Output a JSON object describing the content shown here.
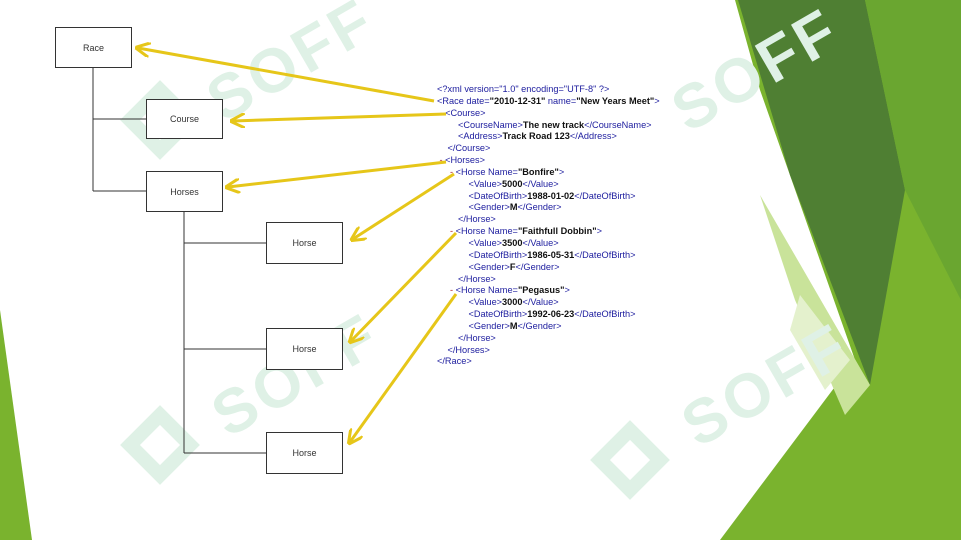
{
  "tree": {
    "root": {
      "label": "Race"
    },
    "children": [
      {
        "label": "Course"
      },
      {
        "label": "Horses",
        "children": [
          {
            "label": "Horse"
          },
          {
            "label": "Horse"
          },
          {
            "label": "Horse"
          }
        ]
      }
    ]
  },
  "xml_lines": [
    {
      "indent": 0,
      "dash": false,
      "parts": [
        {
          "t": "<?xml version=\"1.0\" encoding=\"UTF-8\" ?>",
          "b": false
        }
      ]
    },
    {
      "indent": 0,
      "dash": false,
      "parts": [
        {
          "t": "<Race date=",
          "b": false
        },
        {
          "t": "\"2010-12-31\"",
          "b": true
        },
        {
          "t": " name=",
          "b": false
        },
        {
          "t": "\"New Years Meet\"",
          "b": true
        },
        {
          "t": ">",
          "b": false
        }
      ]
    },
    {
      "indent": 1,
      "dash": true,
      "parts": [
        {
          "t": "<Course>",
          "b": false
        }
      ]
    },
    {
      "indent": 2,
      "dash": false,
      "parts": [
        {
          "t": "<CourseName>",
          "b": false
        },
        {
          "t": "The new track",
          "b": true
        },
        {
          "t": "</CourseName>",
          "b": false
        }
      ]
    },
    {
      "indent": 2,
      "dash": false,
      "parts": [
        {
          "t": "<Address>",
          "b": false
        },
        {
          "t": "Track Road 123",
          "b": true
        },
        {
          "t": "</Address>",
          "b": false
        }
      ]
    },
    {
      "indent": 1,
      "dash": false,
      "parts": [
        {
          "t": "</Course>",
          "b": false
        }
      ]
    },
    {
      "indent": 1,
      "dash": true,
      "parts": [
        {
          "t": "<Horses>",
          "b": false
        }
      ]
    },
    {
      "indent": 2,
      "dash": true,
      "parts": [
        {
          "t": "<Horse Name=",
          "b": false
        },
        {
          "t": "\"Bonfire\"",
          "b": true
        },
        {
          "t": ">",
          "b": false
        }
      ]
    },
    {
      "indent": 3,
      "dash": false,
      "parts": [
        {
          "t": "<Value>",
          "b": false
        },
        {
          "t": "5000",
          "b": true
        },
        {
          "t": "</Value>",
          "b": false
        }
      ]
    },
    {
      "indent": 3,
      "dash": false,
      "parts": [
        {
          "t": "<DateOfBirth>",
          "b": false
        },
        {
          "t": "1988-01-02",
          "b": true
        },
        {
          "t": "</DateOfBirth>",
          "b": false
        }
      ]
    },
    {
      "indent": 3,
      "dash": false,
      "parts": [
        {
          "t": "<Gender>",
          "b": false
        },
        {
          "t": "M",
          "b": true
        },
        {
          "t": "</Gender>",
          "b": false
        }
      ]
    },
    {
      "indent": 2,
      "dash": false,
      "parts": [
        {
          "t": "</Horse>",
          "b": false
        }
      ]
    },
    {
      "indent": 2,
      "dash": true,
      "parts": [
        {
          "t": "<Horse Name=",
          "b": false
        },
        {
          "t": "\"Faithfull Dobbin\"",
          "b": true
        },
        {
          "t": ">",
          "b": false
        }
      ]
    },
    {
      "indent": 3,
      "dash": false,
      "parts": [
        {
          "t": "<Value>",
          "b": false
        },
        {
          "t": "3500",
          "b": true
        },
        {
          "t": "</Value>",
          "b": false
        }
      ]
    },
    {
      "indent": 3,
      "dash": false,
      "parts": [
        {
          "t": "<DateOfBirth>",
          "b": false
        },
        {
          "t": "1986-05-31",
          "b": true
        },
        {
          "t": "</DateOfBirth>",
          "b": false
        }
      ]
    },
    {
      "indent": 3,
      "dash": false,
      "parts": [
        {
          "t": "<Gender>",
          "b": false
        },
        {
          "t": "F",
          "b": true
        },
        {
          "t": "</Gender>",
          "b": false
        }
      ]
    },
    {
      "indent": 2,
      "dash": false,
      "parts": [
        {
          "t": "</Horse>",
          "b": false
        }
      ]
    },
    {
      "indent": 2,
      "dash": true,
      "parts": [
        {
          "t": "<Horse Name=",
          "b": false
        },
        {
          "t": "\"Pegasus\"",
          "b": true
        },
        {
          "t": ">",
          "b": false
        }
      ]
    },
    {
      "indent": 3,
      "dash": false,
      "parts": [
        {
          "t": "<Value>",
          "b": false
        },
        {
          "t": "3000",
          "b": true
        },
        {
          "t": "</Value>",
          "b": false
        }
      ]
    },
    {
      "indent": 3,
      "dash": false,
      "parts": [
        {
          "t": "<DateOfBirth>",
          "b": false
        },
        {
          "t": "1992-06-23",
          "b": true
        },
        {
          "t": "</DateOfBirth>",
          "b": false
        }
      ]
    },
    {
      "indent": 3,
      "dash": false,
      "parts": [
        {
          "t": "<Gender>",
          "b": false
        },
        {
          "t": "M",
          "b": true
        },
        {
          "t": "</Gender>",
          "b": false
        }
      ]
    },
    {
      "indent": 2,
      "dash": false,
      "parts": [
        {
          "t": "</Horse>",
          "b": false
        }
      ]
    },
    {
      "indent": 1,
      "dash": false,
      "parts": [
        {
          "t": "</Horses>",
          "b": false
        }
      ]
    },
    {
      "indent": 0,
      "dash": false,
      "parts": [
        {
          "t": "</Race>",
          "b": false
        }
      ]
    }
  ],
  "watermark": {
    "text": "SOFF",
    "color": "#dff1e6"
  },
  "colors": {
    "arrow": "#e6c619",
    "accent_green": "#7ab32e",
    "dark_green": "#4f7f33",
    "light_green": "#c9e39a",
    "box_border": "#333333",
    "xml_tag": "#1c1c9e"
  }
}
